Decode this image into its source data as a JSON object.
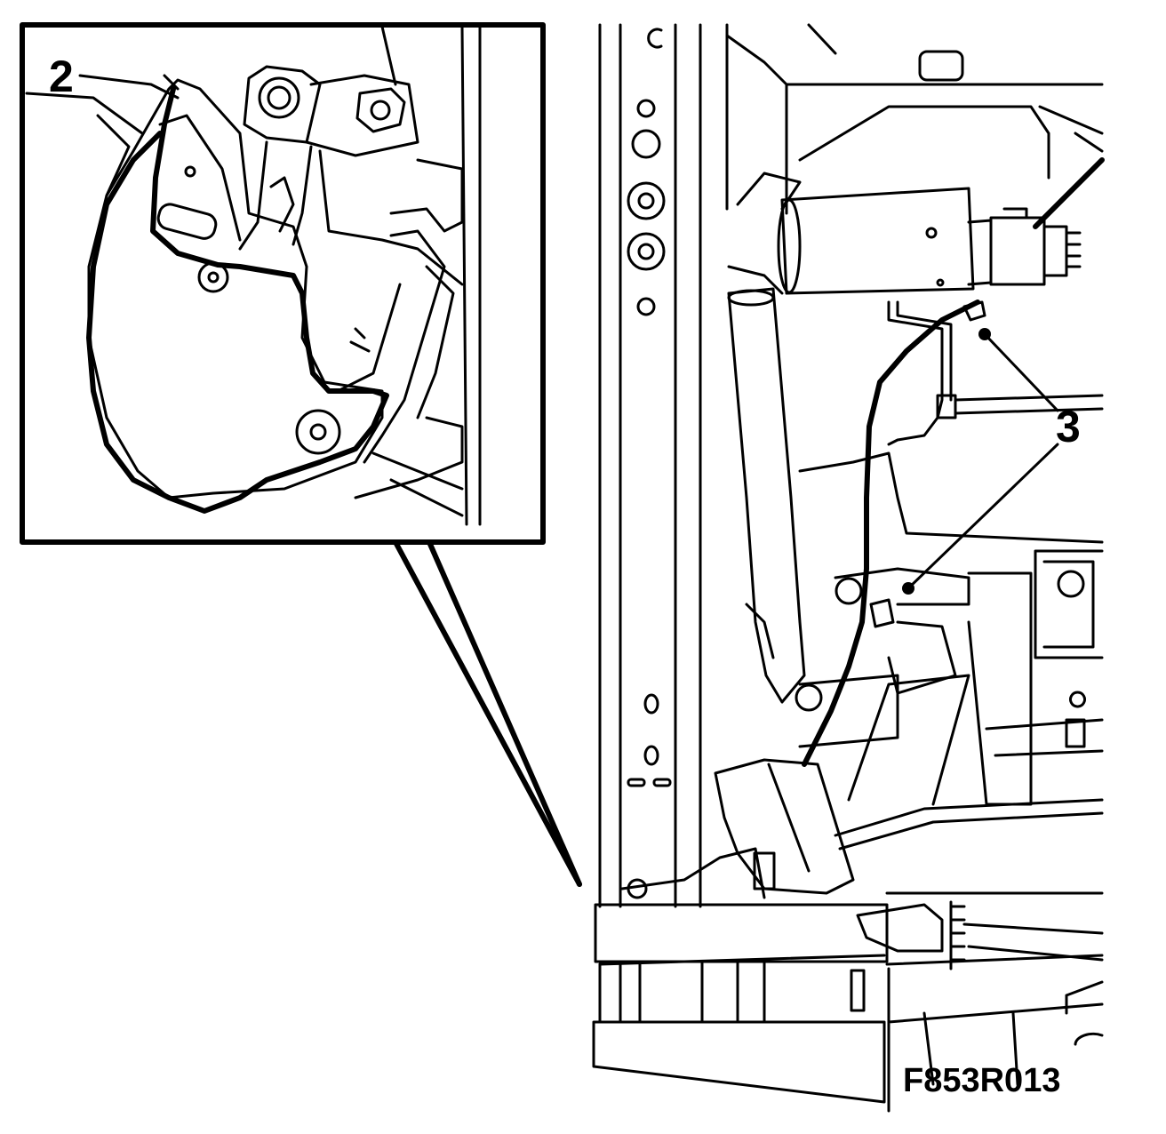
{
  "callouts": {
    "inset_label": "2",
    "main_label": "3"
  },
  "figure_id": "F853R013",
  "colors": {
    "line": "#000000",
    "background": "#ffffff"
  }
}
